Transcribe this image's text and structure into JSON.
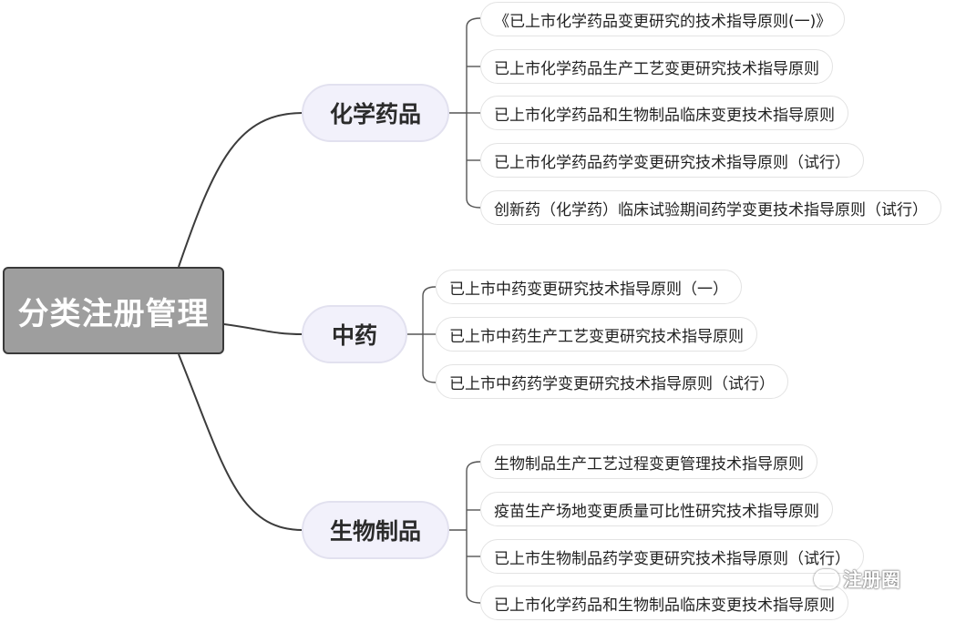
{
  "root": {
    "label": "分类注册管理"
  },
  "categories": [
    {
      "label": "化学药品",
      "items": [
        "《已上市化学药品变更研究的技术指导原则(一)》",
        "已上市化学药品生产工艺变更研究技术指导原则",
        "已上市化学药品和生物制品临床变更技术指导原则",
        "已上市化学药品药学变更研究技术指导原则（试行）",
        "创新药（化学药）临床试验期间药学变更技术指导原则（试行）"
      ]
    },
    {
      "label": "中药",
      "items": [
        "已上市中药变更研究技术指导原则（一）",
        "已上市中药生产工艺变更研究技术指导原则",
        "已上市中药药学变更研究技术指导原则（试行）"
      ]
    },
    {
      "label": "生物制品",
      "items": [
        "生物制品生产工艺过程变更管理技术指导原则",
        "疫苗生产场地变更质量可比性研究技术指导原则",
        "已上市生物制品药学变更研究技术指导原则（试行）",
        "已上市化学药品和生物制品临床变更技术指导原则"
      ]
    }
  ],
  "watermark": {
    "label": "注册圈",
    "icon": "wechat-icon"
  }
}
